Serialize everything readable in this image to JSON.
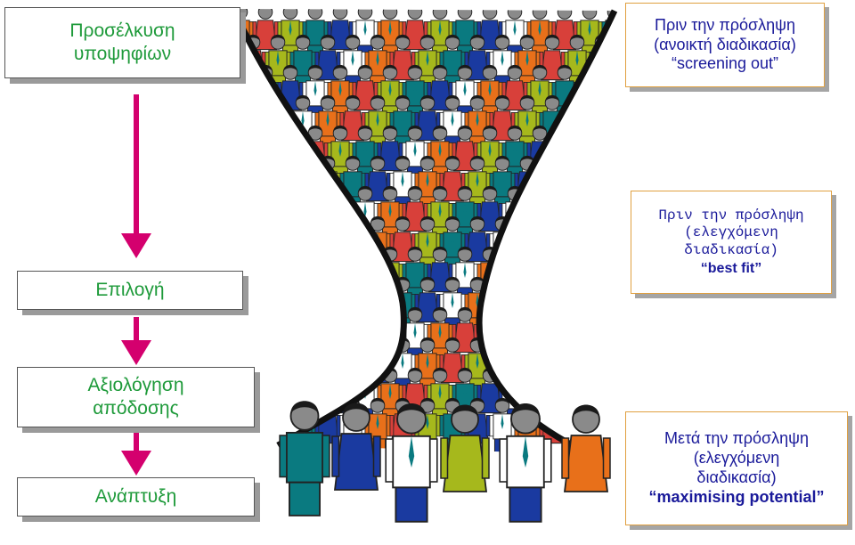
{
  "stages": [
    {
      "label_lines": [
        "Προσέλκυση",
        "υποψηφίων"
      ]
    },
    {
      "label_lines": [
        "Επιλογή"
      ]
    },
    {
      "label_lines": [
        "Αξιολόγηση",
        "απόδοσης"
      ]
    },
    {
      "label_lines": [
        "Ανάπτυξη"
      ]
    }
  ],
  "callouts": [
    {
      "lines": [
        "Πριν την πρόσληψη",
        "(ανοικτή διαδικασία)",
        "“screening out”"
      ]
    },
    {
      "lines": [
        "Πριν την πρόσληψη",
        "(ελεγχόμενη",
        "διαδικασία)",
        "“best fit”"
      ]
    },
    {
      "lines": [
        "Μετά την πρόσληψη",
        "(ελεγχόμενη",
        "διαδικασία)",
        "“maximising potential”"
      ]
    }
  ],
  "colors": {
    "stage_text": "#1e9a3a",
    "callout_text": "#1a1a9a",
    "callout_border": "#e0a040",
    "arrow": "#d4006e",
    "funnel": "#111111",
    "people": [
      "#e8701a",
      "#d8403a",
      "#a6b81c",
      "#0a7a80",
      "#1a3aa0",
      "#ffffff"
    ]
  },
  "icons": {
    "arrow": "arrow-down-icon",
    "person": "person-figure-icon"
  }
}
